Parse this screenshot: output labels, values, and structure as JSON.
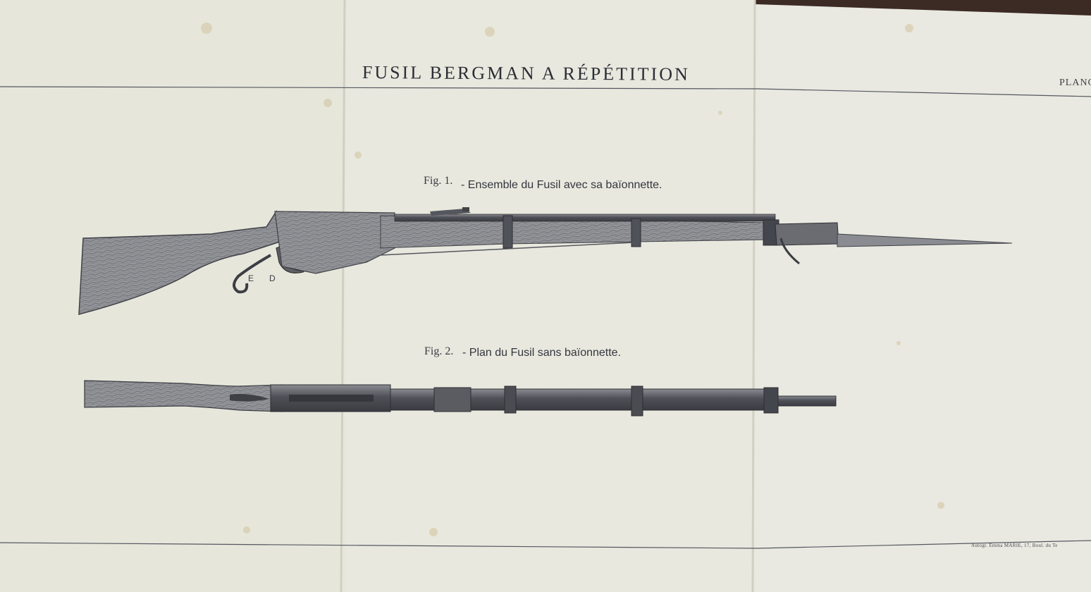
{
  "plate": {
    "title": "FUSIL BERGMAN A RÉPÉTITION",
    "label": "PLANC",
    "imprint": "Autogr. Emma MARIE, 17, Boul. du Te"
  },
  "figures": [
    {
      "number": "Fig. 1.",
      "caption": "- Ensemble du Fusil avec sa baïonnette.",
      "labels": [
        "E",
        "D"
      ]
    },
    {
      "number": "Fig. 2.",
      "caption": "- Plan du Fusil sans baïonnette."
    }
  ],
  "colors": {
    "paper": "#e9e9df",
    "ink": "#3a3c44",
    "wood": "#8e9094",
    "metal": "#55575e"
  }
}
